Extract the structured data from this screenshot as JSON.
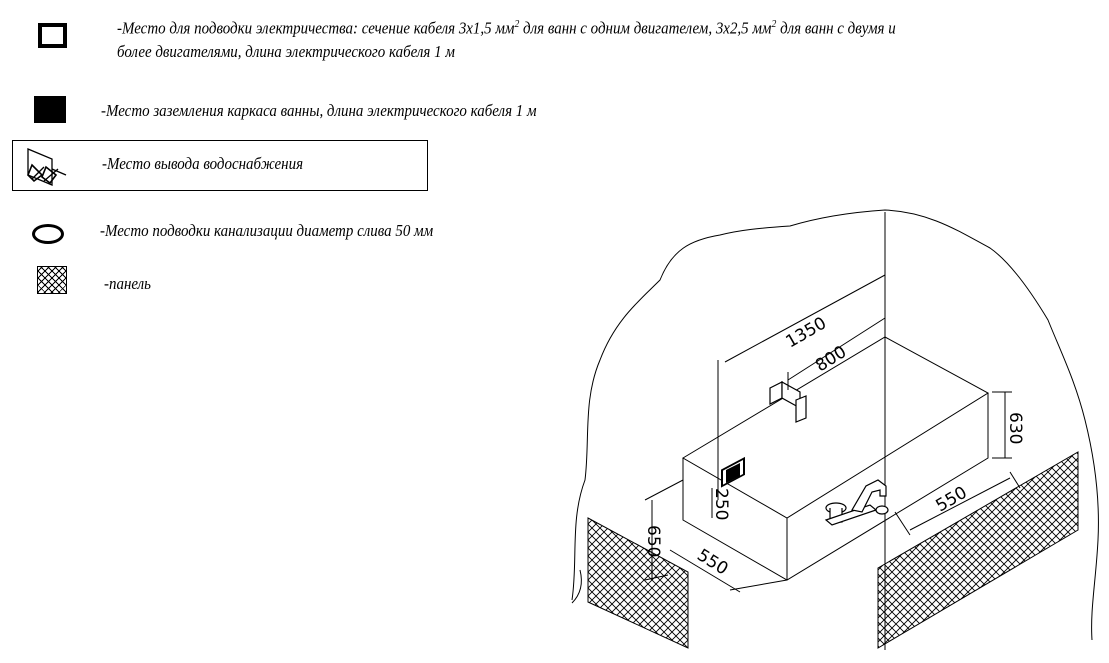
{
  "legend": {
    "electric_line1": "-Место для подводки электричества: сечение кабеля 3х1,5 мм",
    "electric_sup1": "2",
    "electric_mid": " для ванн с одним двигателем, 3х2,5 мм",
    "electric_sup2": "2",
    "electric_tail": " для ванн с двумя и",
    "electric_line2": "более двигателями, длина электрического кабеля 1 м",
    "ground": "-Место заземления каркаса ванны, длина электрического кабеля 1 м",
    "water": "-Место вывода водоснабжения",
    "drain": "-Место подводки канализации диаметр слива 50 мм",
    "panel": "-панель"
  },
  "dimensions": {
    "d1350": "1350",
    "d800": "800",
    "d630": "630",
    "d550_right": "550",
    "d250": "250",
    "d650": "650",
    "d550_front": "550"
  },
  "icons": {
    "electric": "hollow-square-icon",
    "ground": "filled-square-icon",
    "water": "water-outlet-icon",
    "drain": "oval-drain-icon",
    "panel": "crosshatch-panel-icon"
  }
}
